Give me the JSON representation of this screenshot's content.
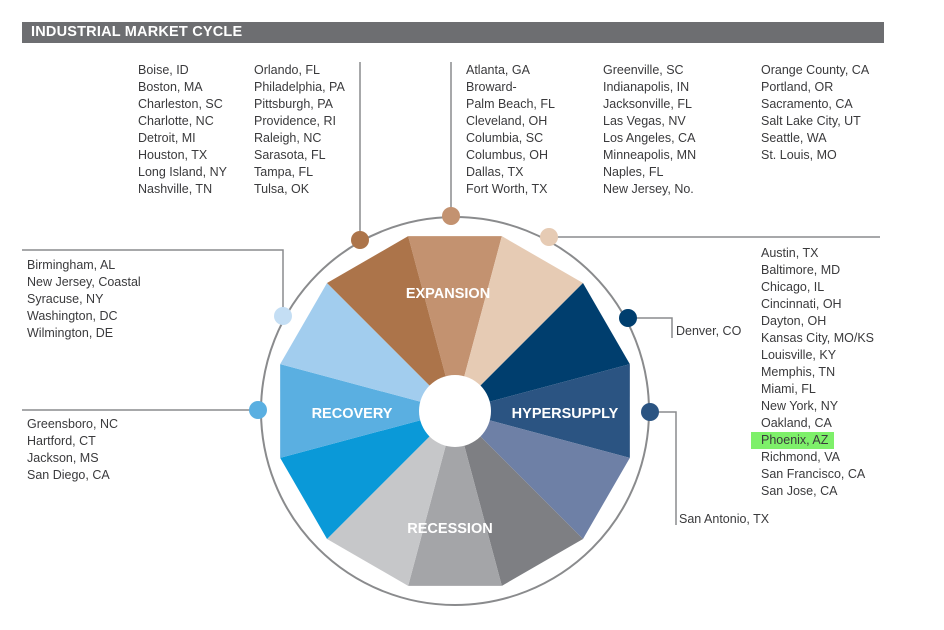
{
  "title": "INDUSTRIAL MARKET CYCLE",
  "phases": {
    "expansion": "EXPANSION",
    "hypersupply": "HYPERSUPPLY",
    "recession": "RECESSION",
    "recovery": "RECOVERY"
  },
  "segment_colors": [
    "#c39270",
    "#e6cbb4",
    "#003e6e",
    "#2b5482",
    "#6e80a6",
    "#7e7f83",
    "#a4a5a8",
    "#c6c7c9",
    "#0a99d8",
    "#5aafe1",
    "#a2cdee",
    "#ac744a"
  ],
  "highlight_color": "#7ef06a",
  "lists": {
    "top_col1": [
      "Boise, ID",
      "Boston, MA",
      "Charleston, SC",
      "Charlotte, NC",
      "Detroit, MI",
      "Houston, TX",
      "Long Island, NY",
      "Nashville, TN"
    ],
    "top_col2": [
      "Orlando, FL",
      "Philadelphia, PA",
      "Pittsburgh, PA",
      "Providence, RI",
      "Raleigh, NC",
      "Sarasota, FL",
      "Tampa, FL",
      "Tulsa, OK"
    ],
    "top_col3": [
      "Atlanta, GA",
      "Broward-",
      "Palm Beach, FL",
      "Cleveland, OH",
      "Columbia, SC",
      "Columbus, OH",
      "Dallas, TX",
      "Fort Worth, TX"
    ],
    "top_col4": [
      "Greenville, SC",
      "Indianapolis, IN",
      "Jacksonville, FL",
      "Las Vegas, NV",
      "Los Angeles, CA",
      "Minneapolis, MN",
      "Naples, FL",
      "New Jersey, No."
    ],
    "top_col5": [
      "Orange County, CA",
      "Portland, OR",
      "Sacramento, CA",
      "Salt Lake City, UT",
      "Seattle, WA",
      "St. Louis, MO"
    ],
    "right": [
      "Austin, TX",
      "Baltimore, MD",
      "Chicago, IL",
      "Cincinnati, OH",
      "Dayton, OH",
      "Kansas City, MO/KS",
      "Louisville, KY",
      "Memphis, TN",
      "Miami, FL",
      "New York, NY",
      "Oakland, CA",
      "Phoenix, AZ",
      "Richmond, VA",
      "San Francisco, CA",
      "San Jose, CA"
    ],
    "denver": "Denver, CO",
    "san_antonio": "San Antonio, TX",
    "left_upper": [
      "Birmingham, AL",
      "New Jersey, Coastal",
      "Syracuse, NY",
      "Washington, DC",
      "Wilmington, DE"
    ],
    "left_lower": [
      "Greensboro, NC",
      "Hartford, CT",
      "Jackson, MS",
      "San Diego, CA"
    ]
  },
  "highlighted_item": "Phoenix, AZ"
}
